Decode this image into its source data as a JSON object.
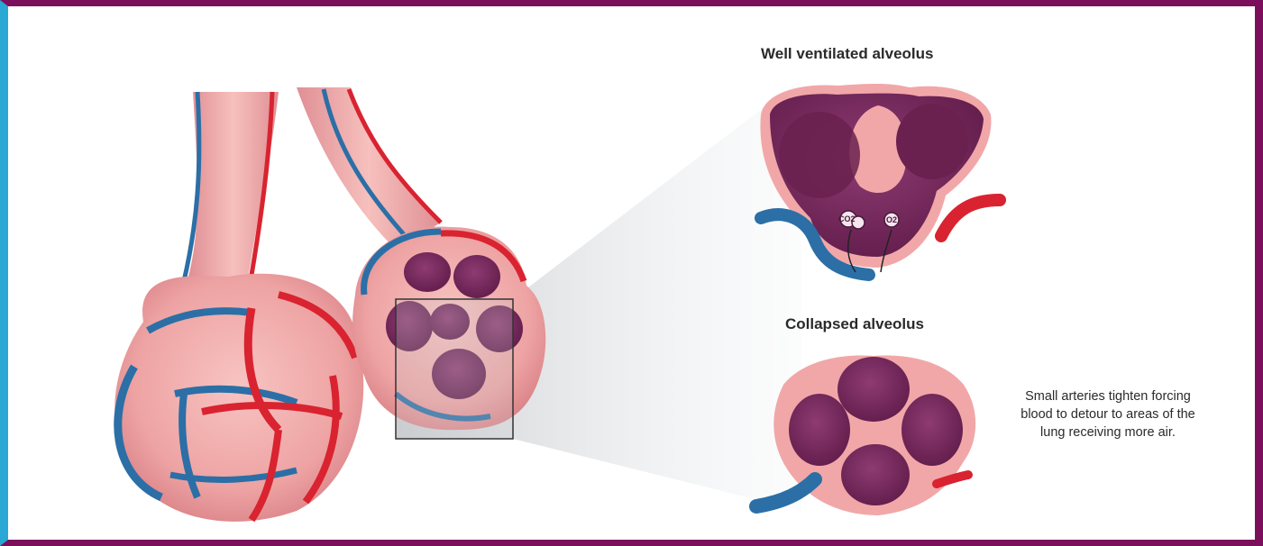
{
  "labels": {
    "well_ventilated": "Well ventilated alveolus",
    "collapsed": "Collapsed alveolus",
    "caption": "Small arteries tighten forcing blood to detour to areas of the lung receiving more air."
  },
  "gas_labels": {
    "co2": "CO2",
    "o2": "O2"
  },
  "colors": {
    "frame_purple": "#7c0f5c",
    "frame_cyan": "#29a8d6",
    "tissue_pink": "#f2a9ab",
    "alveolus_interior": "#6e2556",
    "artery_red": "#d92330",
    "vein_blue": "#2b6fa6"
  }
}
